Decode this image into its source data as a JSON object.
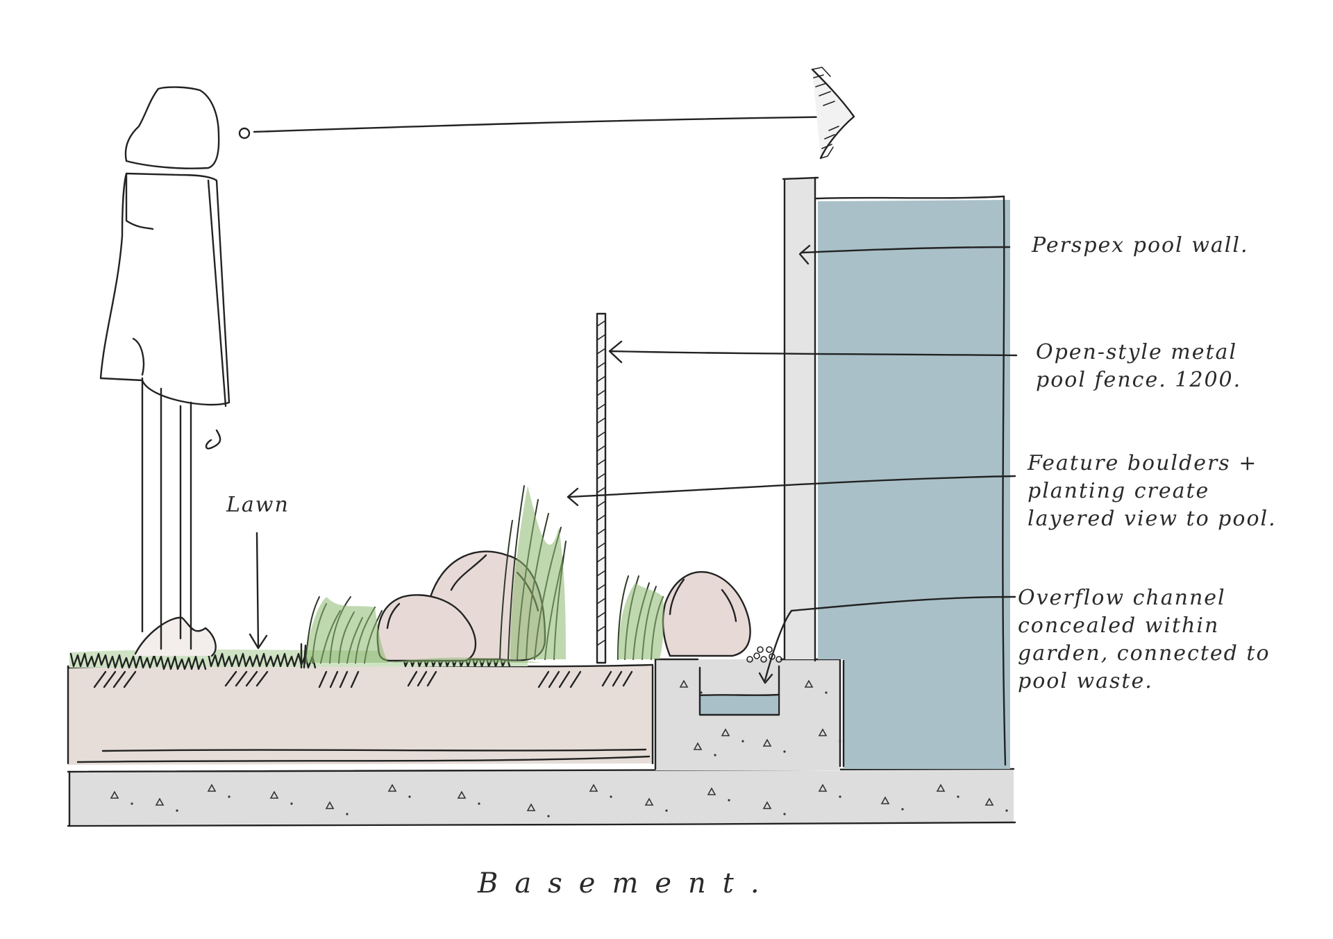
{
  "labels": {
    "lawn": "Lawn",
    "basement": "Basement.",
    "perspex_wall": "Perspex pool wall.",
    "fence": [
      "Open-style metal",
      "pool fence. 1200."
    ],
    "boulders": [
      "Feature boulders +",
      "planting create",
      "layered view to pool."
    ],
    "overflow": [
      "Overflow channel",
      "concealed within",
      "garden, connected to",
      "pool waste."
    ]
  },
  "colors": {
    "pool_water": "#a9c0c8",
    "soil": "#e6ddd8",
    "concrete": "#dddddd",
    "lawn": "#cfe3c4",
    "planting": "#8cb86f",
    "boulder": "#e7dad6",
    "ink": "#222222"
  }
}
